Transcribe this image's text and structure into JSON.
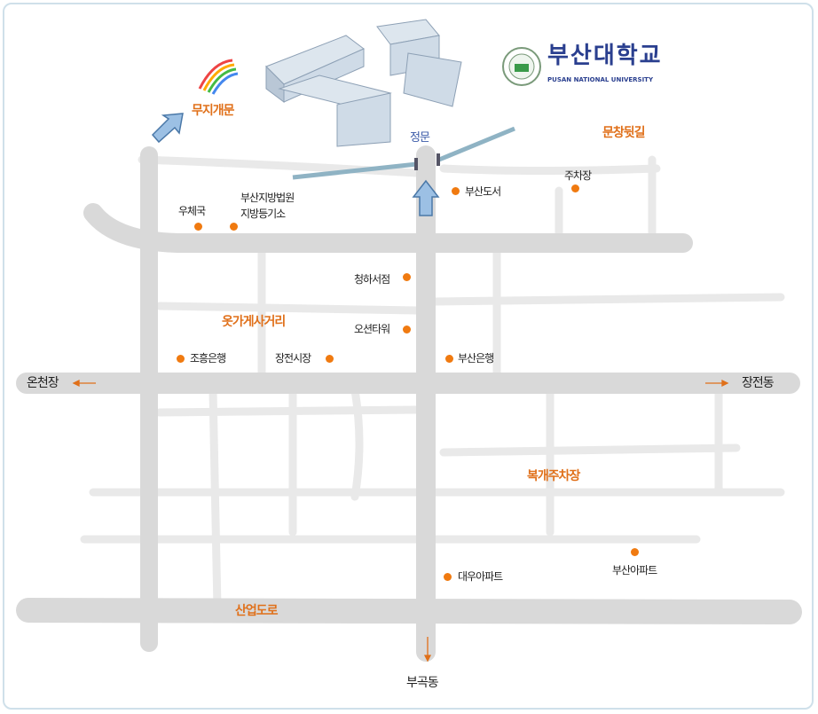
{
  "university": {
    "name_ko": "부산대학교",
    "name_en": "PUSAN NATIONAL UNIVERSITY"
  },
  "colors": {
    "road_main": "#d8d8d8",
    "road_minor": "#e8e8e8",
    "marker": "#f07a10",
    "label_accent": "#e0701a",
    "gate": "#3a5aa8"
  },
  "areas": {
    "rainbow_gate": "무지개문",
    "main_gate": "정문",
    "back_road": "문창뒷길",
    "clothing_cross": "옷가게사거리",
    "covered_parking": "복개주차장",
    "industrial_road": "산업도로"
  },
  "directions": {
    "west": "온천장",
    "east": "장전동",
    "south": "부곡동"
  },
  "places": {
    "post": "우체국",
    "court1": "부산지방법원",
    "court2": "지방등기소",
    "bookstore_busan": "부산도서",
    "parking": "주차장",
    "cheongha": "청하서점",
    "ocean": "오션타워",
    "chohung": "조흥은행",
    "market": "장전시장",
    "busanbank": "부산은행",
    "daewoo": "대우아파트",
    "busanapt": "부산아파트"
  }
}
